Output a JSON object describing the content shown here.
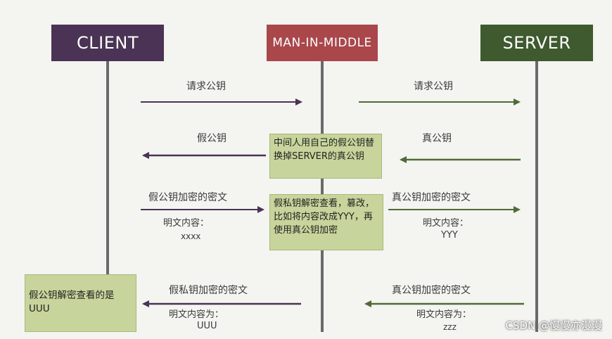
{
  "actors": {
    "client": "CLIENT",
    "mitm": "MAN-IN-MIDDLE",
    "server": "SERVER"
  },
  "colors": {
    "client": "#4a3354",
    "mitm": "#a9474b",
    "server": "#3e5a2e",
    "arrow_client_side": "#4a3354",
    "arrow_server_side": "#4e6b35",
    "note_bg": "#c7d49b"
  },
  "messages": {
    "req1": "请求公钥",
    "req2": "请求公钥",
    "fake_key": "假公钥",
    "real_key": "真公钥",
    "fake_encrypt": "假公钥加密的密文",
    "plain1_title": "明文内容：",
    "plain1_value": "xxxx",
    "real_encrypt1": "真公钥加密的密文",
    "plain2_title": "明文内容：",
    "plain2_value": "YYY",
    "fake_priv_encrypt": "假私钥加密的密文",
    "plain3_title": "明文内容为：",
    "plain3_value": "UUU",
    "real_encrypt2": "真公钥加密的密文",
    "plain4_title": "明文内容为：",
    "plain4_value": "zzz"
  },
  "notes": {
    "replace": "中间人用自己的假公钥替换掉SERVER的真公钥",
    "decrypt": "假私钥解密查看，篡改，比如将内容改成YYY，再使用真公钥加密",
    "client": "假公钥解密查看的是UUU"
  },
  "watermark": "CSDN @慢慢亦漫漫"
}
